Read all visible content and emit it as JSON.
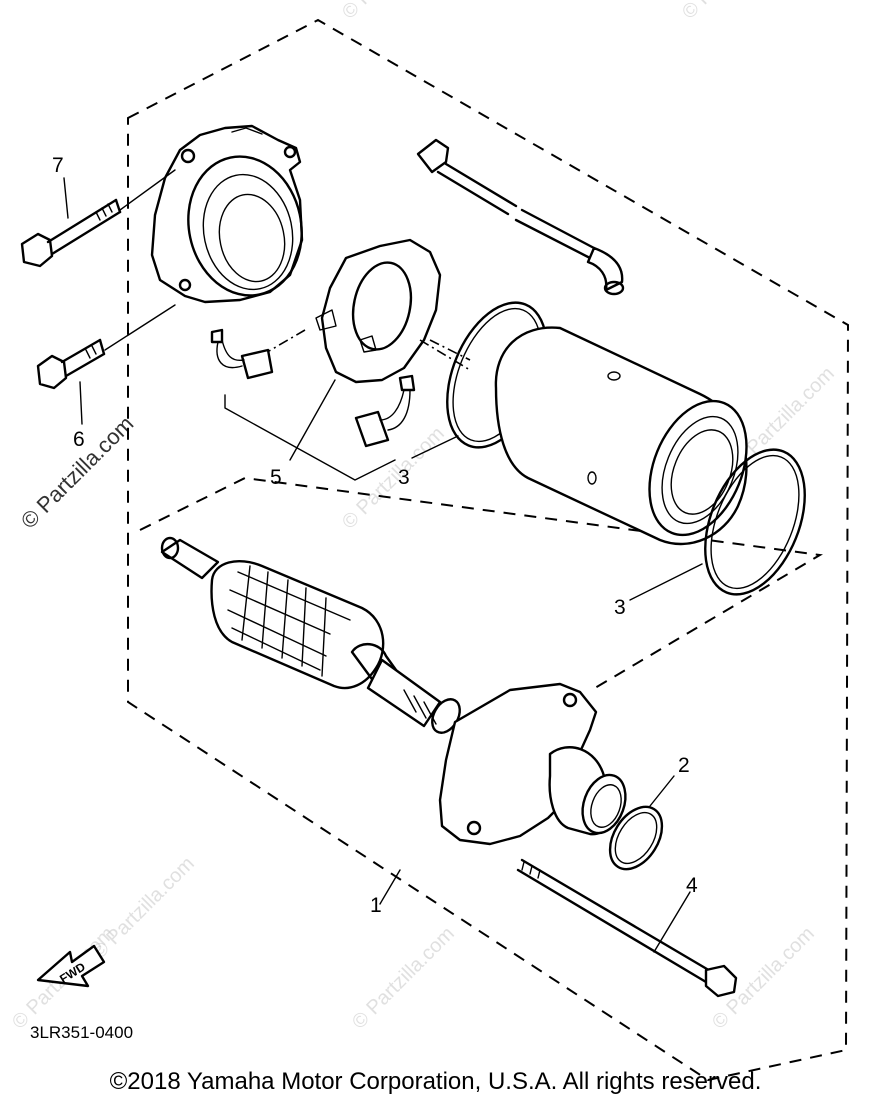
{
  "callouts": {
    "p1": "1",
    "p2": "2",
    "p3a": "3",
    "p3b": "3",
    "p4": "4",
    "p5": "5",
    "p6": "6",
    "p7": "7"
  },
  "diagram_code": "3LR351-0400",
  "fwd_label": "FWD",
  "watermark": "© Partzilla.com",
  "copyright": "©2018  Yamaha Motor Corporation, U.S.A. All rights reserved."
}
